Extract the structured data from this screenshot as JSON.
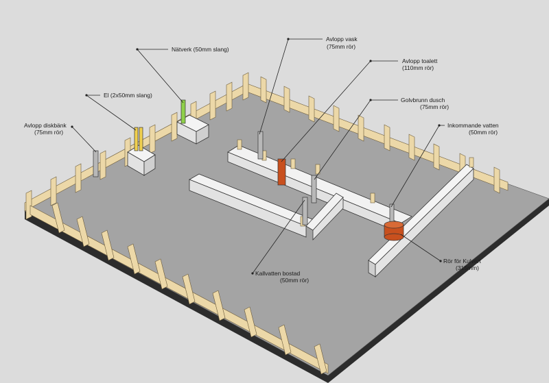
{
  "colors": {
    "background": "#dcdcdc",
    "slab": "#a4a4a4",
    "slab_edge": "#2c2c2c",
    "wood": "#ecd8a8",
    "form": "#f2f2f2",
    "pipe_gray": "#b8b8b8",
    "pipe_green": "#8fd04a",
    "pipe_yellow": "#f0d050",
    "pipe_orange": "#c8501e"
  },
  "labels": {
    "natverk": {
      "line1": "Nätverk (50mm slang)",
      "line2": ""
    },
    "el": {
      "line1": "El (2x50mm slang)",
      "line2": ""
    },
    "avlopp_diskbank": {
      "line1": "Avlopp diskbänk",
      "line2": "(75mm rör)"
    },
    "avlopp_vask": {
      "line1": "Avlopp vask",
      "line2": "(75mm rör)"
    },
    "avlopp_toalett": {
      "line1": "Avlopp toalett",
      "line2": "(110mm rör)"
    },
    "golvbrunn_dusch": {
      "line1": "Golvbrunn dusch",
      "line2": "(75mm rör)"
    },
    "inkommande_vatten": {
      "line1": "Inkommande vatten",
      "line2": "(50mm rör)"
    },
    "kallvatten_bostad": {
      "line1": "Kallvatten bostad",
      "line2": "(50mm rör)"
    },
    "ror_kulvert": {
      "line1": "Rör för Kulvert",
      "line2": "(315mm)"
    }
  }
}
